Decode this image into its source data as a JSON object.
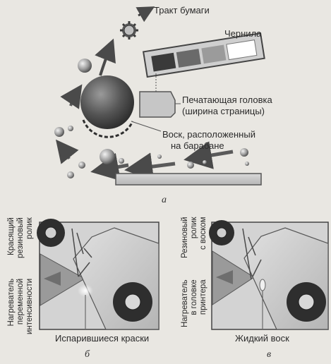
{
  "top": {
    "paper_path": "Тракт бумаги",
    "ink": "Чернила",
    "head_line1": "Печатающая головка",
    "head_line2": "(ширина страницы)",
    "wax_line1": "Воск, расположенный",
    "wax_line2": "на барабане",
    "caption": "а"
  },
  "left": {
    "roller_lines": [
      "Красящий",
      "резиновый",
      "ролик"
    ],
    "heater_lines": [
      "Нагреватель",
      "переменной",
      "интенсивности"
    ],
    "bottom_label": "Испарившиеся краски",
    "caption": "б"
  },
  "right": {
    "roller_lines": [
      "Резиновый",
      "ролик",
      "с воском"
    ],
    "heater_lines": [
      "Нагреватель",
      "в головке",
      "принтера"
    ],
    "bottom_label": "Жидкий воск",
    "caption": "в"
  },
  "colors": {
    "background": "#e9e7e2",
    "dark_gray": "#444444",
    "mid_gray": "#8a8a8a",
    "light_gray": "#c9c9c9"
  }
}
